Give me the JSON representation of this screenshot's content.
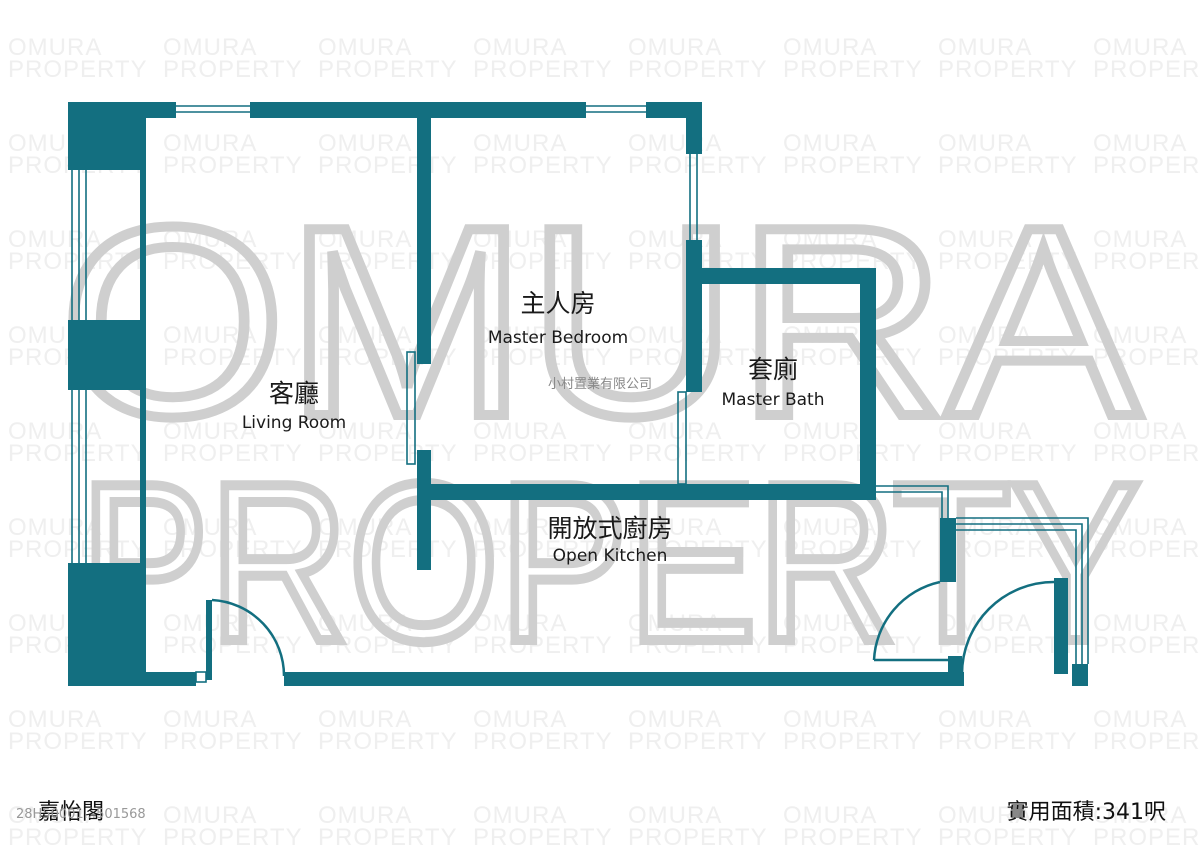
{
  "watermark": {
    "tile_line1": "OMURA",
    "tile_line2": "PROPERTY",
    "big_line1": "OMURA",
    "big_line2": "PROPERTY"
  },
  "company_text": "小村置業有限公司",
  "rooms": {
    "living": {
      "zh": "客廳",
      "en": "Living Room"
    },
    "master_bedroom": {
      "zh": "主人房",
      "en": "Master Bedroom"
    },
    "master_bath": {
      "zh": "套廁",
      "en": "Master Bath"
    },
    "kitchen": {
      "zh": "開放式廚房",
      "en": "Open Kitchen"
    }
  },
  "footer": {
    "building": "嘉怡閣",
    "reference": "28H50001...501568",
    "area_label": "實用面積:341呎"
  },
  "colors": {
    "wall": "#136f80",
    "watermark": "#cfcfcf"
  }
}
